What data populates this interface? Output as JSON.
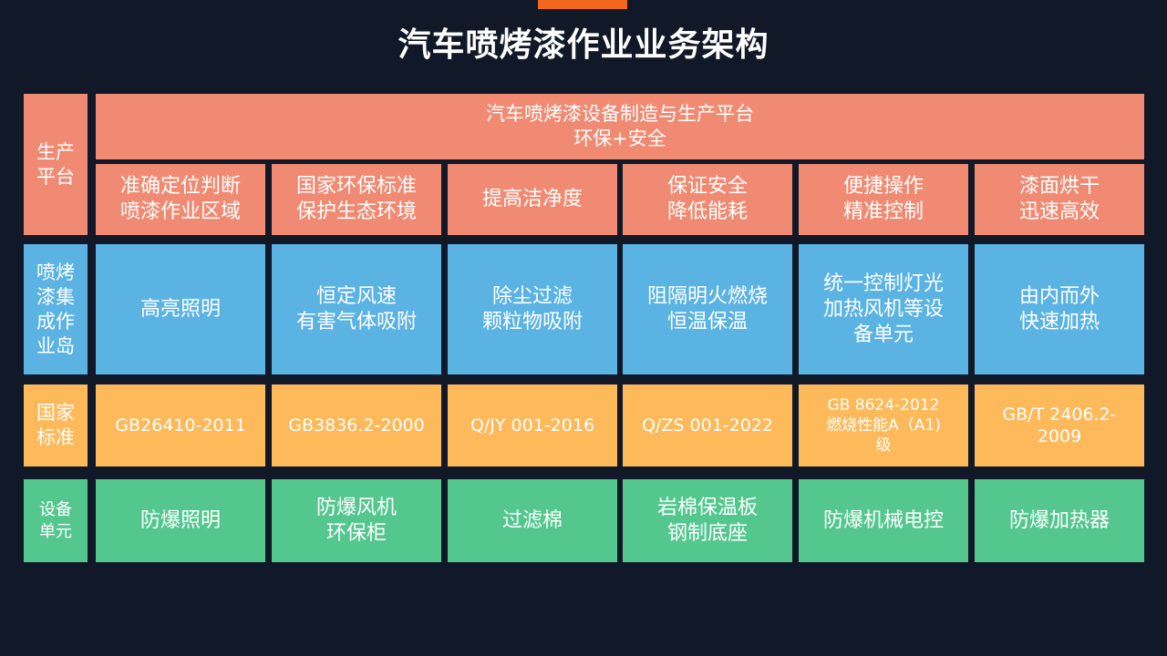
{
  "title": "汽车喷烤漆作业业务架构",
  "colors": {
    "background": "#111827",
    "accent_bar": "#f2661d",
    "platform": "#f08a72",
    "island": "#5bb3e3",
    "standard": "#fdb95a",
    "equipment": "#54c78f"
  },
  "rows": {
    "platform": {
      "label": [
        "生产",
        "平台"
      ],
      "banner": [
        "汽车喷烤漆设备制造与生产平台",
        "环保+安全"
      ],
      "cells": [
        [
          "准确定位判断",
          "喷漆作业区域"
        ],
        [
          "国家环保标准",
          "保护生态环境"
        ],
        [
          "提高洁净度"
        ],
        [
          "保证安全",
          "降低能耗"
        ],
        [
          "便捷操作",
          "精准控制"
        ],
        [
          "漆面烘干",
          "迅速高效"
        ]
      ]
    },
    "island": {
      "label": [
        "喷烤",
        "漆集",
        "成作",
        "业岛"
      ],
      "cells": [
        [
          "高亮照明"
        ],
        [
          "恒定风速",
          "有害气体吸附"
        ],
        [
          "除尘过滤",
          "颗粒物吸附"
        ],
        [
          "阻隔明火燃烧",
          "恒温保温"
        ],
        [
          "统一控制灯光",
          "加热风机等设",
          "备单元"
        ],
        [
          "由内而外",
          "快速加热"
        ]
      ]
    },
    "standard": {
      "label": [
        "国家",
        "标准"
      ],
      "cells": [
        [
          "GB26410-2011"
        ],
        [
          "GB3836.2-2000"
        ],
        [
          "Q/JY 001-2016"
        ],
        [
          "Q/ZS 001-2022"
        ],
        [
          "GB 8624-2012",
          "燃烧性能A（A1)",
          "级"
        ],
        [
          "GB/T 2406.2-",
          "2009"
        ]
      ]
    },
    "equipment": {
      "label": [
        "设备",
        "单元"
      ],
      "cells": [
        [
          "防爆照明"
        ],
        [
          "防爆风机",
          "环保柜"
        ],
        [
          "过滤棉"
        ],
        [
          "岩棉保温板",
          "钢制底座"
        ],
        [
          "防爆机械电控"
        ],
        [
          "防爆加热器"
        ]
      ]
    }
  }
}
